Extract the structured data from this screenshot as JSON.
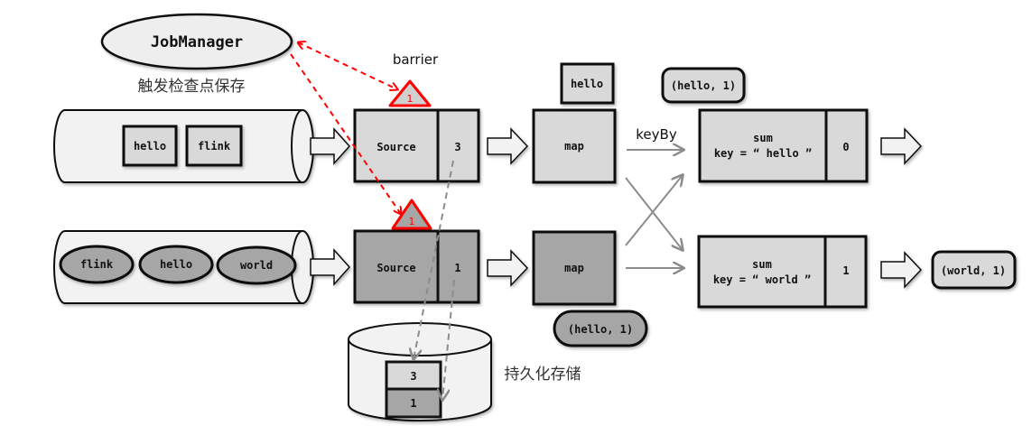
{
  "job_manager": {
    "label": "JobManager",
    "caption": "触发检查点保存"
  },
  "barrier": {
    "label": "barrier",
    "marker_value": "1"
  },
  "streams": [
    {
      "items": [
        "hello",
        "flink"
      ],
      "item_shape": "rect"
    },
    {
      "items": [
        "flink",
        "hello",
        "world"
      ],
      "item_shape": "ellipse"
    }
  ],
  "sources": [
    {
      "label": "Source",
      "state": "3",
      "barrier": "1"
    },
    {
      "label": "Source",
      "state": "1",
      "barrier": "1"
    }
  ],
  "maps": [
    {
      "label": "map",
      "pending_item": "hello"
    },
    {
      "label": "map",
      "pending_item": "(hello, 1)"
    }
  ],
  "keyby_label": "keyBy",
  "sums": [
    {
      "op": "sum",
      "key_line": "key = “ hello ”",
      "state": "0",
      "incoming": "(hello, 1)"
    },
    {
      "op": "sum",
      "key_line": "key = “ world ”",
      "state": "1",
      "output": "(world, 1)"
    }
  ],
  "storage": {
    "caption": "持久化存储",
    "snapshots": [
      "3",
      "1"
    ]
  },
  "colors": {
    "barrier_red": "#ff0000",
    "processed_gray": "#a6a6a6",
    "pending_gray": "#d9d9d9"
  }
}
